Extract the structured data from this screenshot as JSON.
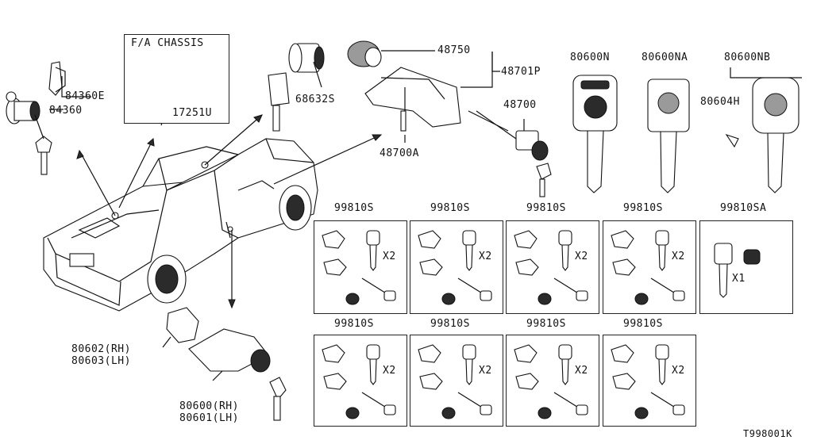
{
  "drawing_id": "T998001K",
  "fa_chassis": {
    "title": "F/A CHASSIS",
    "part": "17251U"
  },
  "callouts": {
    "c84360E": "84360E",
    "c84360": "84360",
    "c68632S": "68632S",
    "c48750": "48750",
    "c48701P": "48701P",
    "c48700": "48700",
    "c48700A": "48700A",
    "c80600N": "80600N",
    "c80600NA": "80600NA",
    "c80600NB": "80600NB",
    "c80604H": "80604H",
    "c80602": "80602(RH)",
    "c80603": "80603(LH)",
    "c80600": "80600(RH)",
    "c80601": "80601(LH)"
  },
  "kits": [
    {
      "label": "99810S",
      "qty": "X2"
    },
    {
      "label": "99810S",
      "qty": "X2"
    },
    {
      "label": "99810S",
      "qty": "X2"
    },
    {
      "label": "99810S",
      "qty": "X2"
    },
    {
      "label": "99810SA",
      "qty": "X1"
    },
    {
      "label": "99810S",
      "qty": "X2"
    },
    {
      "label": "99810S",
      "qty": "X2"
    },
    {
      "label": "99810S",
      "qty": "X2"
    },
    {
      "label": "99810S",
      "qty": "X2"
    }
  ]
}
